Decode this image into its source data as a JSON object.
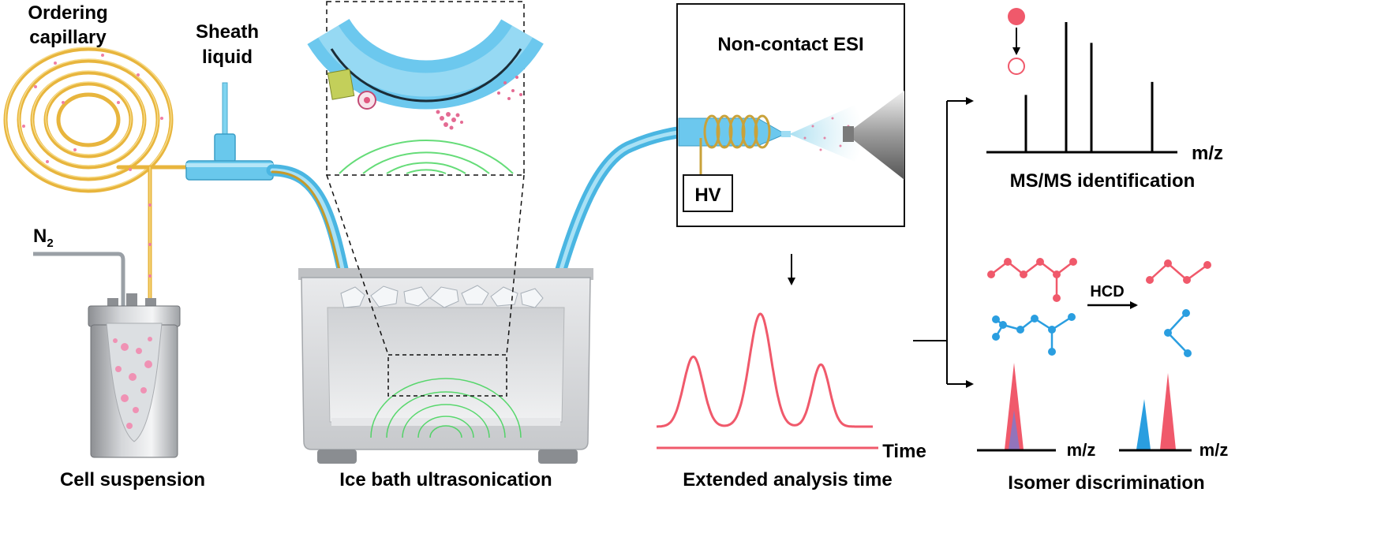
{
  "labels": {
    "ordering_line1": "Ordering",
    "ordering_line2": "capillary",
    "sheath_line1": "Sheath",
    "sheath_line2": "liquid",
    "n2_main": "N",
    "n2_sub": "2",
    "cell_suspension": "Cell suspension",
    "ice_bath": "Ice bath ultrasonication",
    "non_contact_esi": "Non-contact ESI",
    "hv": "HV",
    "time_axis": "Time",
    "extended": "Extended analysis time",
    "msms": "MS/MS identification",
    "mz": "m/z",
    "hcd": "HCD",
    "isomer": "Isomer discrimination"
  },
  "colors": {
    "capillary": "#e8b53d",
    "tube": "#5bc4ea",
    "chromatogram": "#f0596b",
    "ion_red": "#f0596b",
    "ion_blue": "#2a9ee0",
    "ultrasound": "#3fd457"
  },
  "chromatogram_peaks": [
    {
      "center": 0.17,
      "height": 0.62,
      "width": 0.045
    },
    {
      "center": 0.48,
      "height": 1.0,
      "width": 0.05
    },
    {
      "center": 0.76,
      "height": 0.55,
      "width": 0.04
    }
  ],
  "msms_bars": [
    0.44,
    1.0,
    0.84,
    0.54
  ]
}
